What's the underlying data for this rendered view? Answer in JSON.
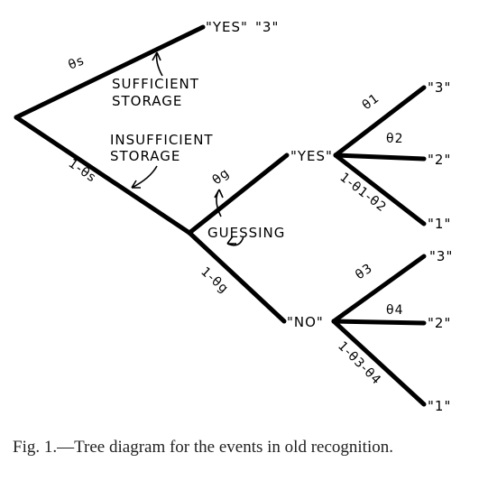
{
  "diagram": {
    "nodes": {
      "yes_top": "\"YES\"",
      "three_top": "\"3\"",
      "yes_mid": "\"YES\"",
      "no_mid": "\"NO\"",
      "three_a": "\"3\"",
      "two_a": "\"2\"",
      "one_a": "\"1\"",
      "three_b": "\"3\"",
      "two_b": "\"2\"",
      "one_b": "\"1\""
    },
    "states": {
      "sufficient_1": "SUFFICIENT",
      "sufficient_2": "STORAGE",
      "insufficient_1": "INSUFFICIENT",
      "insufficient_2": "STORAGE",
      "guessing": "GUESSING"
    },
    "branches": {
      "theta_s": "θs",
      "one_minus_theta_s": "1-θs",
      "theta_g": "θg",
      "one_minus_theta_g": "1-θg",
      "theta_1": "θ1",
      "theta_2": "θ2",
      "one_minus_theta_1_2": "1-θ1-θ2",
      "theta_3": "θ3",
      "theta_4": "θ4",
      "one_minus_theta_3_4": "1-θ3-θ4"
    }
  },
  "caption": "Fig. 1.—Tree diagram for the events in old recognition."
}
